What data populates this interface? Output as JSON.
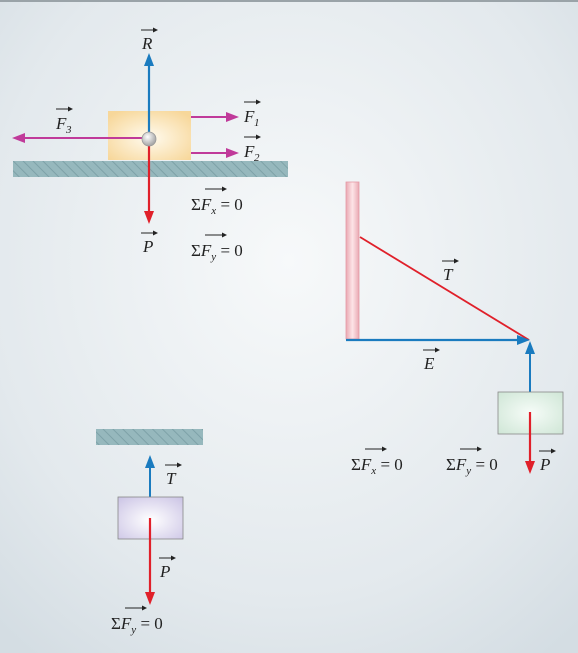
{
  "colors": {
    "blue": "#1a7bbf",
    "red": "#e0202a",
    "magenta": "#c03a9a",
    "ground": "#8fb3b8",
    "pole": "#f3c6cc"
  },
  "figure1": {
    "force_up": "R",
    "force_down": "P",
    "force_left": "F",
    "force_left_sub": "3",
    "force_right_top": "F",
    "force_right_top_sub": "1",
    "force_right_bottom": "F",
    "force_right_bottom_sub": "2",
    "eq_x": {
      "sigma": "Σ",
      "f": "F",
      "sub": "x",
      "rhs": " = 0"
    },
    "eq_y": {
      "sigma": "Σ",
      "f": "F",
      "sub": "y",
      "rhs": " = 0"
    }
  },
  "figure2": {
    "tension": "T",
    "horizontal": "E",
    "weight": "P",
    "eq_x": {
      "sigma": "Σ",
      "f": "F",
      "sub": "x",
      "rhs": " = 0"
    },
    "eq_y": {
      "sigma": "Σ",
      "f": "F",
      "sub": "y",
      "rhs": " = 0"
    }
  },
  "figure3": {
    "tension": "T",
    "weight": "P",
    "eq_y": {
      "sigma": "Σ",
      "f": "F",
      "sub": "y",
      "rhs": " = 0"
    }
  }
}
